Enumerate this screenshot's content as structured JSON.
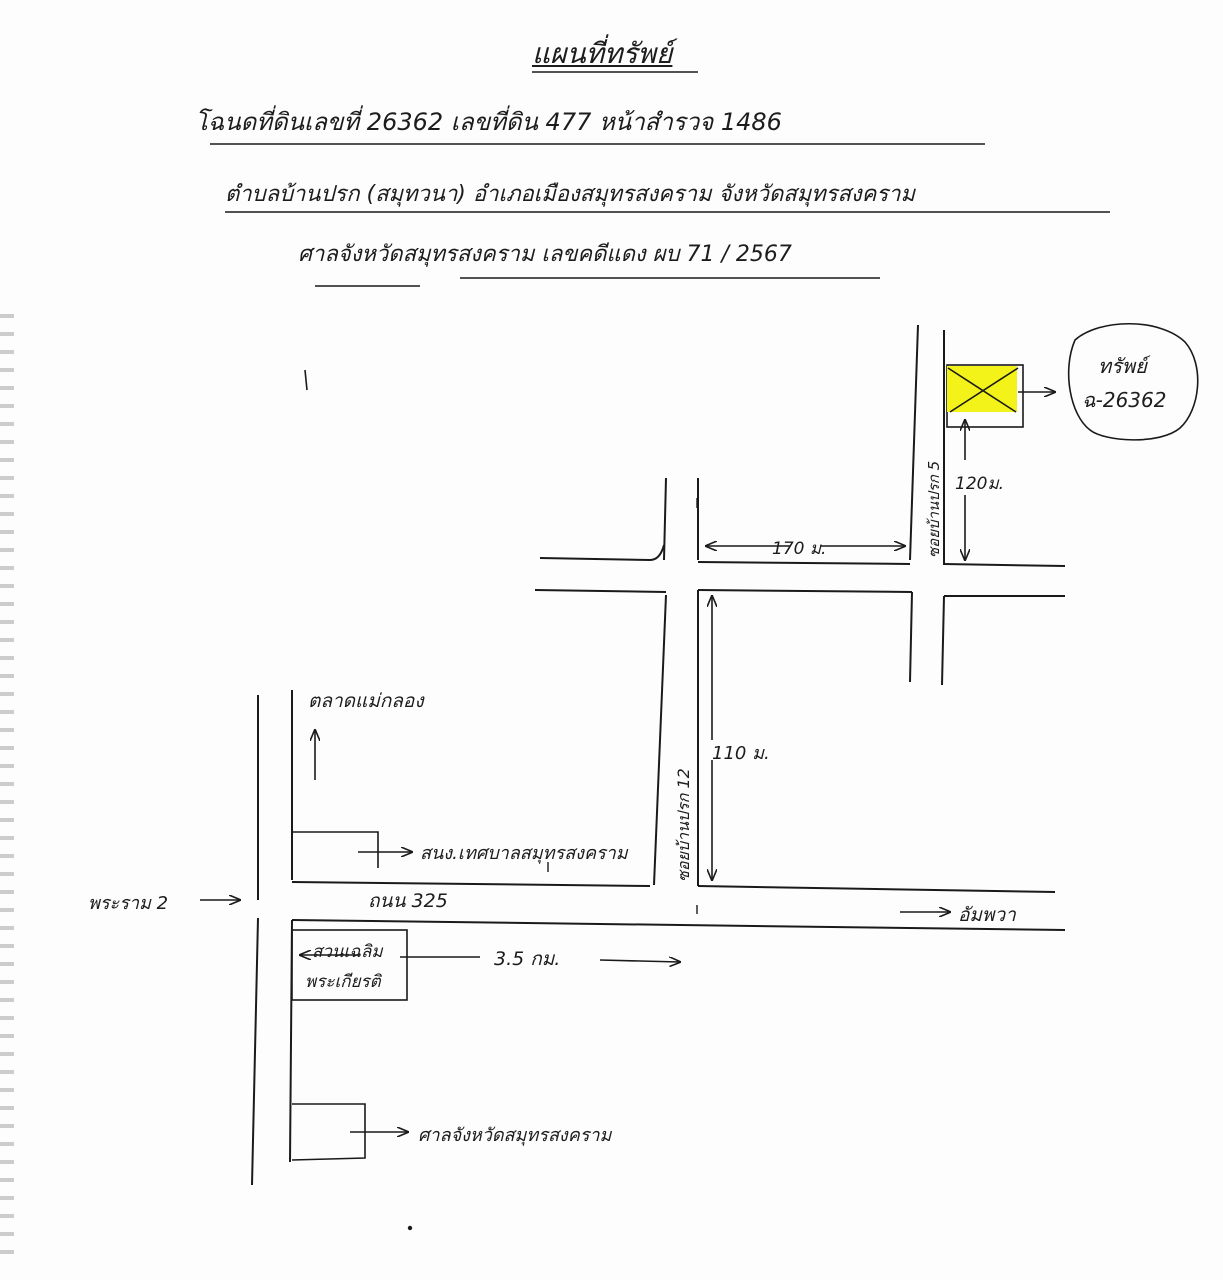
{
  "header": {
    "title": "แผนที่ทรัพย์",
    "deed_line": "โฉนดที่ดินเลขที่  26362   เลขที่ดิน  477   หน้าสำรวจ  1486",
    "location_line": "ตำบลบ้านปรก (สมุทวนา)   อำเภอเมืองสมุทรสงคราม   จังหวัดสมุทรสงคราม",
    "court_line": "ศาลจังหวัดสมุทรสงคราม   เลขคดีแดง ผบ 71 / 2567"
  },
  "property_callout": {
    "line1": "ทรัพย์",
    "line2": "ฉ-26362",
    "highlight_color": "#f3f31a"
  },
  "labels": {
    "soi_5": "ซอยบ้านปรก 5",
    "dist_170": "170 ม.",
    "dist_120": "120ม.",
    "dist_110": "110 ม.",
    "soi_12": "ซอยบ้านปรก 12",
    "market": "ตลาดแม่กลอง",
    "hospital": "สนง.เทศบาลสมุทรสงคราม",
    "road_325": "ถนน 325",
    "rama2": "พระราม 2",
    "amphawa": "อัมพวา",
    "park_line1": "สวนเฉลิม",
    "park_line2": "พระเกียรติ",
    "dist_35km": "3.5 กม.",
    "court": "ศาลจังหวัดสมุทรสงคราม"
  }
}
